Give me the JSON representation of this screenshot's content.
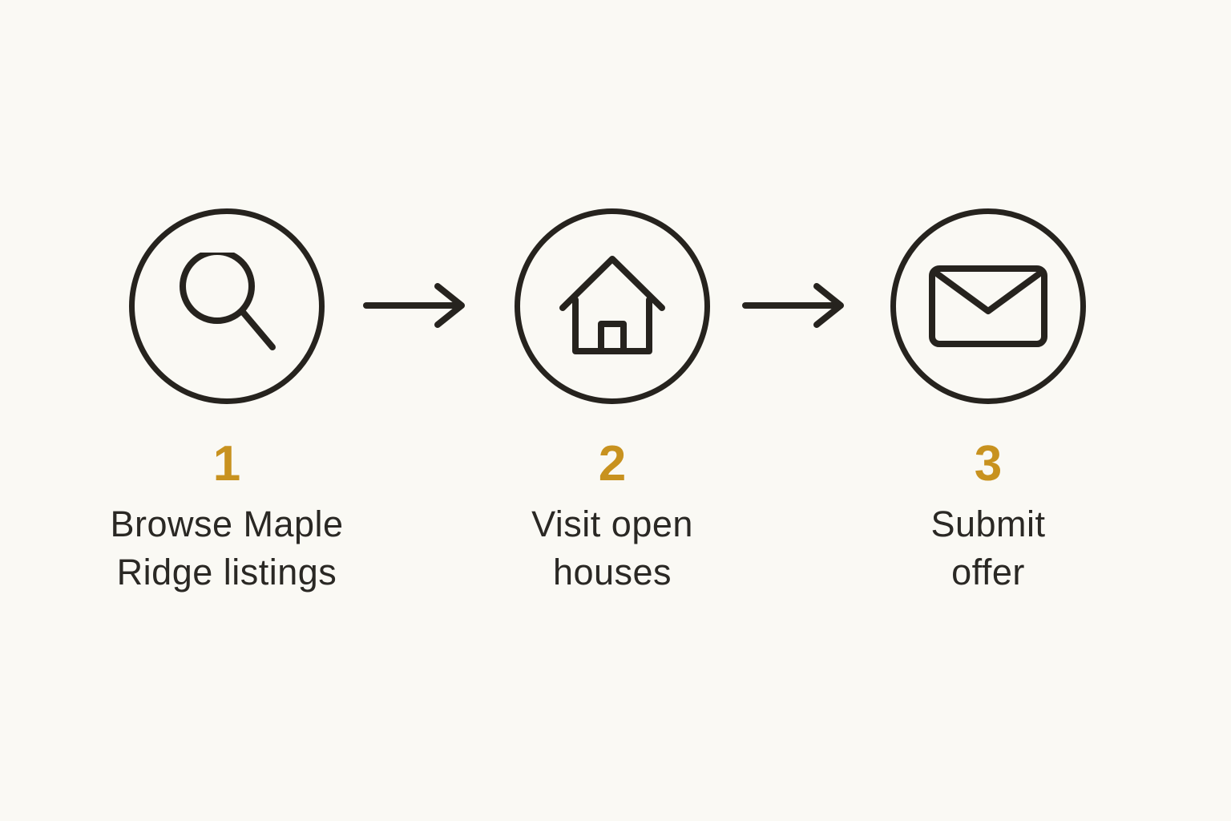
{
  "page": {
    "background_color": "#FAF9F4",
    "line_color": "#26231E",
    "accent_color": "#C8921F",
    "text_color": "#2A2824"
  },
  "diagram": {
    "type": "process-flow",
    "steps": [
      {
        "number": "1",
        "icon": "search",
        "label_line1": "Browse Maple",
        "label_line2": "Ridge listings"
      },
      {
        "number": "2",
        "icon": "house",
        "label_line1": "Visit open",
        "label_line2": "houses"
      },
      {
        "number": "3",
        "icon": "envelope",
        "label_line1": "Submit",
        "label_line2": "offer"
      }
    ],
    "connectors": [
      "arrow-right",
      "arrow-right"
    ]
  }
}
